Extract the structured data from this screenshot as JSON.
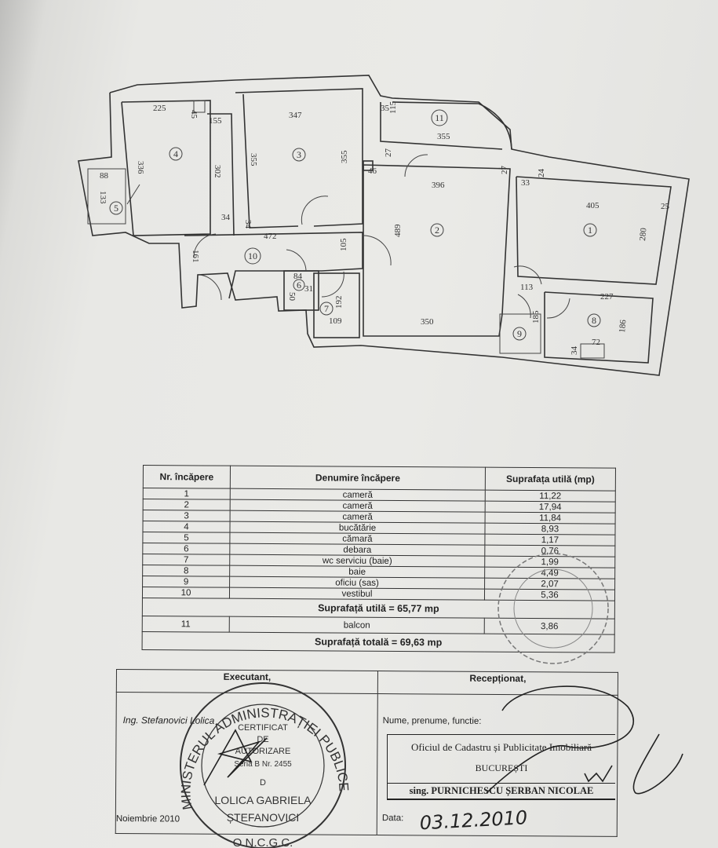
{
  "plan": {
    "rooms": [
      "1",
      "2",
      "3",
      "4",
      "5",
      "6",
      "7",
      "8",
      "9",
      "10",
      "11"
    ],
    "dims": [
      "225",
      "45",
      "155",
      "347",
      "355",
      "355",
      "302",
      "336",
      "88",
      "133",
      "34",
      "34",
      "472",
      "161",
      "105",
      "84",
      "31",
      "50",
      "192",
      "109",
      "35",
      "115",
      "355",
      "46",
      "27",
      "396",
      "27",
      "489",
      "350",
      "33",
      "24",
      "405",
      "25",
      "280",
      "113",
      "227",
      "185",
      "186",
      "72",
      "34"
    ]
  },
  "table": {
    "headers": [
      "Nr. încăpere",
      "Denumire încăpere",
      "Suprafața utilă (mp)"
    ],
    "rows": [
      {
        "nr": "1",
        "name": "cameră",
        "area": "11,22"
      },
      {
        "nr": "2",
        "name": "cameră",
        "area": "17,94"
      },
      {
        "nr": "3",
        "name": "cameră",
        "area": "11,84"
      },
      {
        "nr": "4",
        "name": "bucătărie",
        "area": "8,93"
      },
      {
        "nr": "5",
        "name": "cămară",
        "area": "1,17"
      },
      {
        "nr": "6",
        "name": "debara",
        "area": "0,76"
      },
      {
        "nr": "7",
        "name": "wc serviciu (baie)",
        "area": "1,99"
      },
      {
        "nr": "8",
        "name": "baie",
        "area": "4,49"
      },
      {
        "nr": "9",
        "name": "oficiu (sas)",
        "area": "2,07"
      },
      {
        "nr": "10",
        "name": "vestibul",
        "area": "5,36"
      }
    ],
    "useful_total": "Suprafață utilă = 65,77 mp",
    "balcony": {
      "nr": "11",
      "name": "balcon",
      "area": "3,86"
    },
    "grand_total": "Suprafață totală = 69,63 mp"
  },
  "signatures": {
    "executant_label": "Executant,",
    "receptionat_label": "Recepționat,",
    "executant_name": "Ing. Stefanovici Lolica",
    "date_left": "Noiembrie 2010",
    "name_label": "Nume, prenume, functie:",
    "office_line1": "Oficiul de Cadastru și Publicitate Imobiliară",
    "office_line2": "BUCUREȘTI",
    "office_line3": "sing. PURNICHESCU ȘERBAN NICOLAE",
    "data_label": "Data:",
    "date_handwritten": "03.12.2010"
  },
  "stamp": {
    "ring": "MINISTERUL ADMINISTRAȚIEI PUBLICE",
    "lines": [
      "CERTIFICAT",
      "DE",
      "AUTORIZARE",
      "Seria B Nr. 2455",
      "D",
      "LOLICA GABRIELA",
      "ȘTEFANOVICI"
    ],
    "bottom": "O.N.C.G.C."
  }
}
